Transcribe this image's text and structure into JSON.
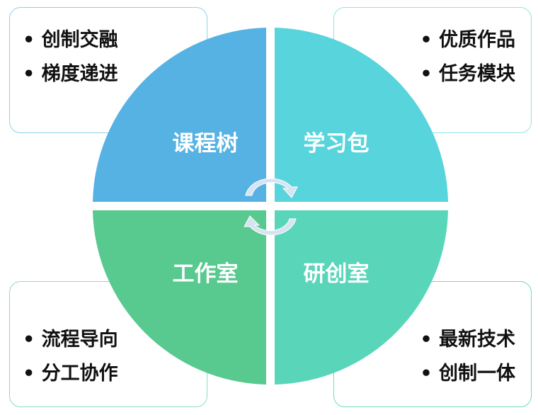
{
  "quadrants": [
    {
      "label": "课程树",
      "color": "#56B2E3",
      "bullets": [
        "创制交融",
        "梯度递进"
      ]
    },
    {
      "label": "学习包",
      "color": "#57D4DC",
      "bullets": [
        "优质作品",
        "任务模块"
      ]
    },
    {
      "label": "工作室",
      "color": "#58C98F",
      "bullets": [
        "流程导向",
        "分工协作"
      ]
    },
    {
      "label": "研创室",
      "color": "#59D5BA",
      "bullets": [
        "最新技术",
        "创制一体"
      ]
    }
  ],
  "arrow_color": "#D6E4F2"
}
